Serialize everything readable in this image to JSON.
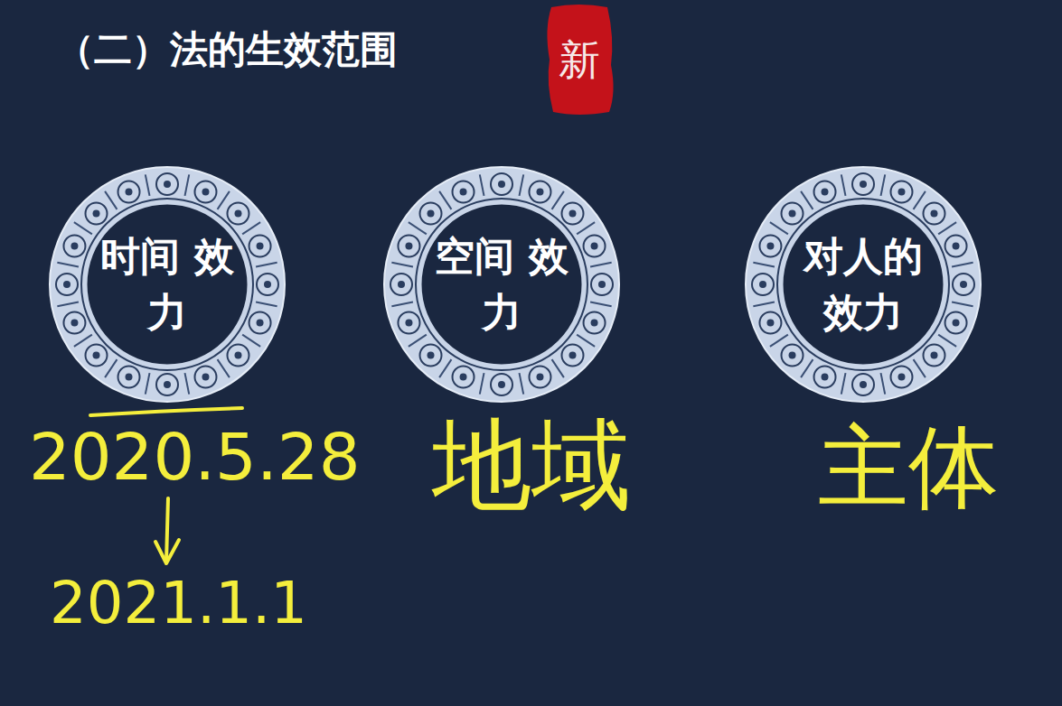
{
  "diagram": {
    "title": "（二）法的生效范围",
    "nodes": [
      {
        "text": [
          "新"
        ]
      },
      {
        "text": [
          "时间 效力"
        ]
      },
      {
        "text": [
          "空间 效力"
        ]
      },
      {
        "text": [
          "对人的 效力"
        ]
      }
    ],
    "labels": [
      "2020.5.28",
      "2021.1.1",
      "地域",
      "主体"
    ]
  }
}
